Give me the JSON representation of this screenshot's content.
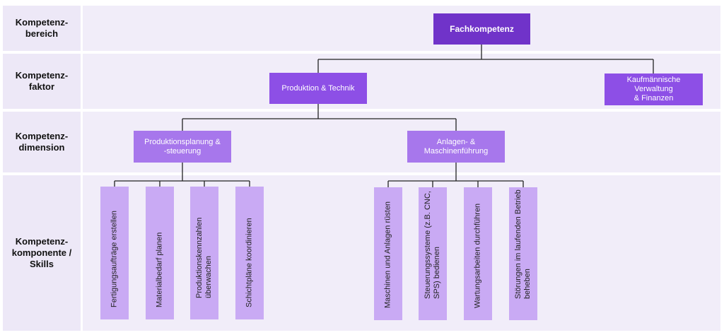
{
  "row_labels": {
    "bereich": "Kompetenz-\nbereich",
    "faktor": "Kompetenz-\nfaktor",
    "dimension": "Kompetenz-\ndimension",
    "komponente": "Kompetenz-\nkomponente /\nSkills"
  },
  "nodes": {
    "fachkompetenz": "Fachkompetenz",
    "produktion_technik": "Produktion & Technik",
    "kaufmaennisch": "Kaufmännische Verwaltung\n& Finanzen",
    "produktionsplanung": "Produktionsplanung &\n-steuerung",
    "anlagen": "Anlagen- &\nMaschinenführung"
  },
  "skills": {
    "fertigungsauftraege": "Fertigungsaufträge erstellen",
    "materialbedarf": "Materialbedarf planen",
    "kennzahlen": "Produktionskennzahlen\nüberwachen",
    "schichtplaene": "Schichtpläne koordinieren",
    "maschinen_ruesten": "Maschinen und Anlagen rüsten",
    "steuerungssysteme": "Steuerungssysteme (z.B. CNC,\nSPS) bedienen",
    "wartung": "Wartungsarbeiten durchführen",
    "stoerungen": "Störungen im laufenden Betrieb\nbeheben"
  },
  "colors": {
    "label_bg": "#ede8f7",
    "row_bg": "#f1edf9",
    "root": "#7033c9",
    "factor": "#8d4fe6",
    "dimension": "#a777ec",
    "skill": "#c9aaf4",
    "connector": "#222222"
  }
}
